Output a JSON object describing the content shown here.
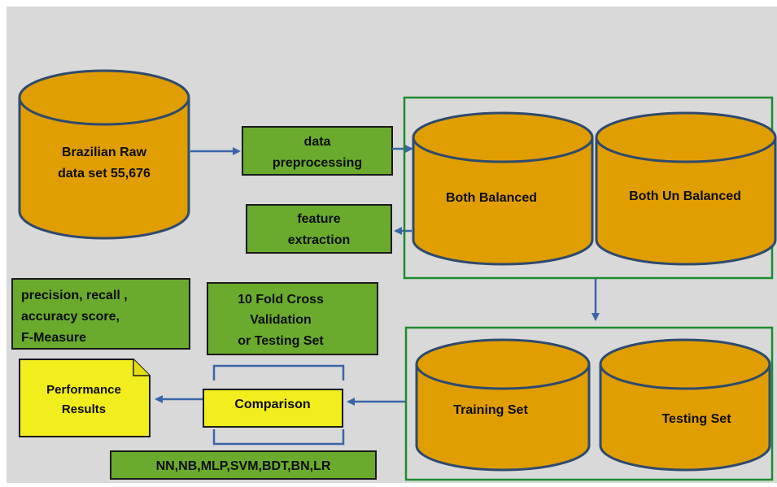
{
  "nodes": {
    "raw_data": {
      "line1": "Brazilian Raw",
      "line2": "data set 55,676"
    },
    "preprocessing": {
      "line1": "data",
      "line2": "preprocessing"
    },
    "feature": {
      "line1": "feature",
      "line2": "extraction"
    },
    "balanced": "Both Balanced",
    "unbalanced": "Both Un Balanced",
    "metrics": {
      "line1": "precision, recall ,",
      "line2": "accuracy score,",
      "line3": "F-Measure"
    },
    "cross_val": {
      "line1": "10 Fold Cross",
      "line2": "Validation",
      "line3": "or Testing Set"
    },
    "performance": {
      "line1": "Performance",
      "line2": "Results"
    },
    "comparison": "Comparison",
    "training": "Training Set",
    "testing": "Testing Set",
    "algorithms": "NN,NB,MLP,SVM,BDT,BN,LR"
  },
  "colors": {
    "background": "#d9d9d9",
    "cylinder": "#e09e00",
    "cylinder_stroke": "#2e4a6e",
    "green_box": "#6aab2e",
    "yellow_box": "#f2ee1d",
    "arrow": "#3a66a8",
    "frame": "#1f8a2e"
  }
}
